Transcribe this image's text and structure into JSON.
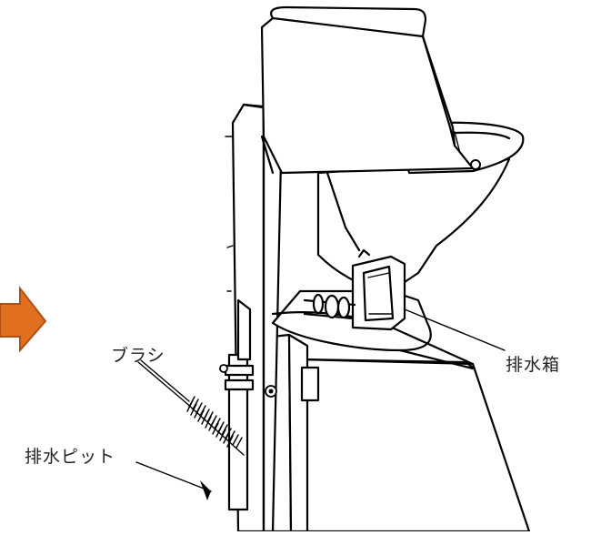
{
  "labels": {
    "brush": "ブラシ",
    "drain_box": "排水箱",
    "drain_pit": "排水ピット"
  },
  "colors": {
    "arrow": "#E07020",
    "arrow_outline": "#B05010",
    "line": "#000000"
  },
  "icons": {
    "direction_arrow": "right-arrow-icon"
  }
}
